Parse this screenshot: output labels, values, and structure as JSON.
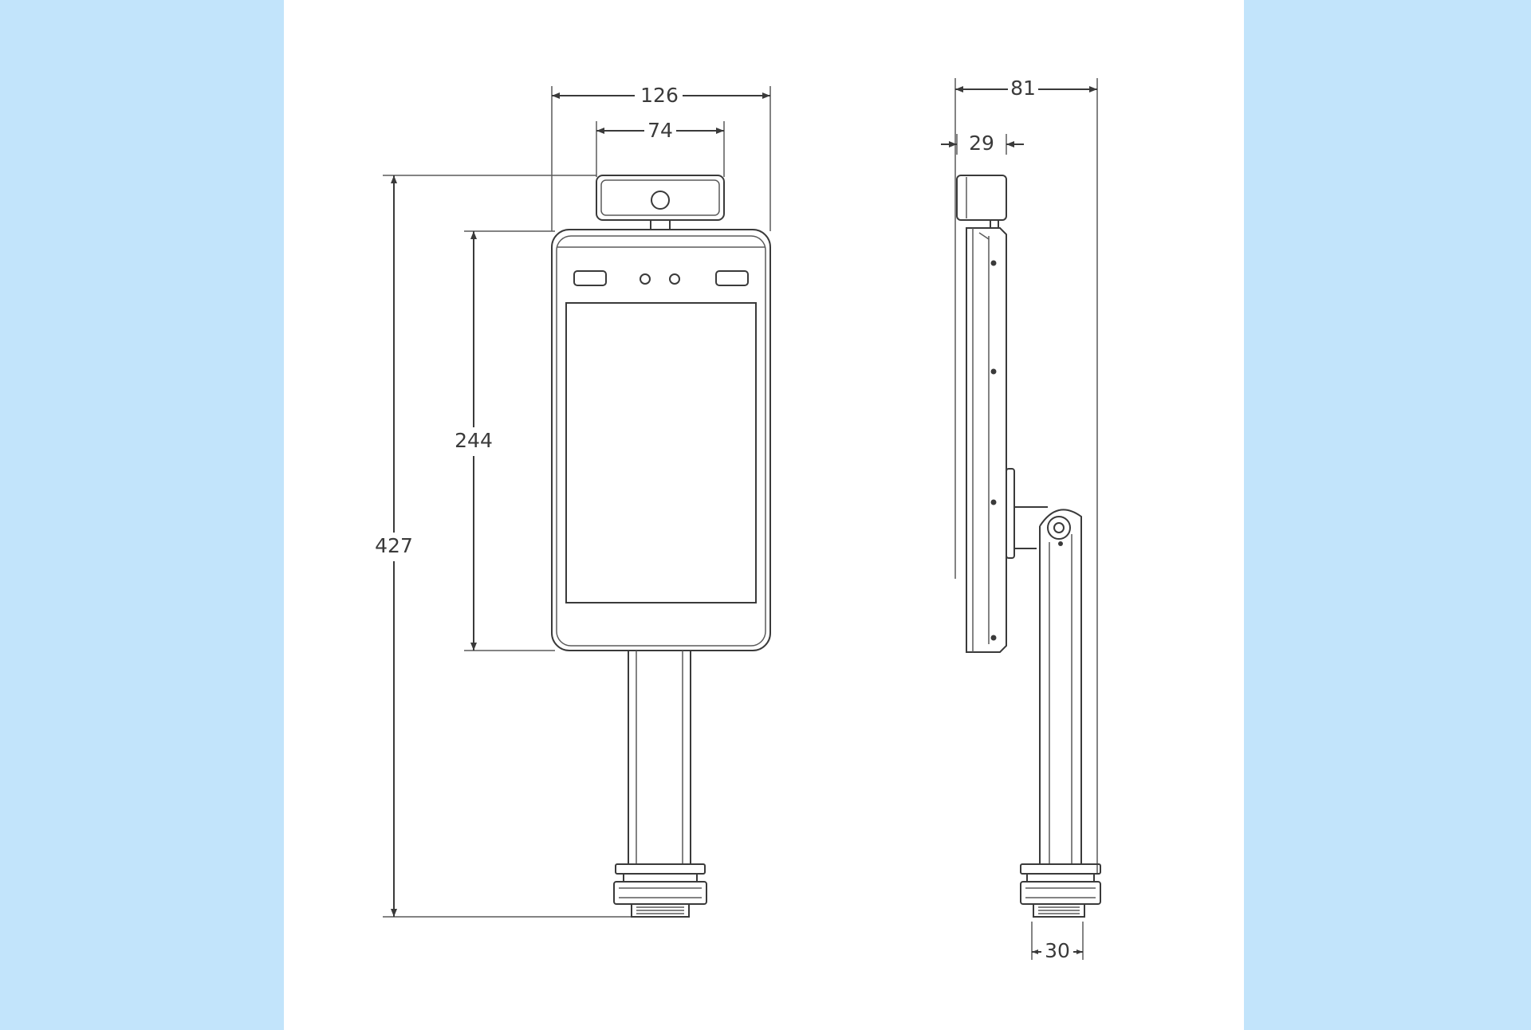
{
  "page": {
    "background_color": "#c2e4fb",
    "sheet_color": "#ffffff",
    "line_color": "#3a3a3a"
  },
  "front_view": {
    "dims": {
      "total_width": "126",
      "camera_width": "74",
      "screen_height": "244",
      "total_height": "427"
    }
  },
  "side_view": {
    "dims": {
      "total_depth": "81",
      "camera_depth": "29",
      "base_width": "30"
    }
  }
}
